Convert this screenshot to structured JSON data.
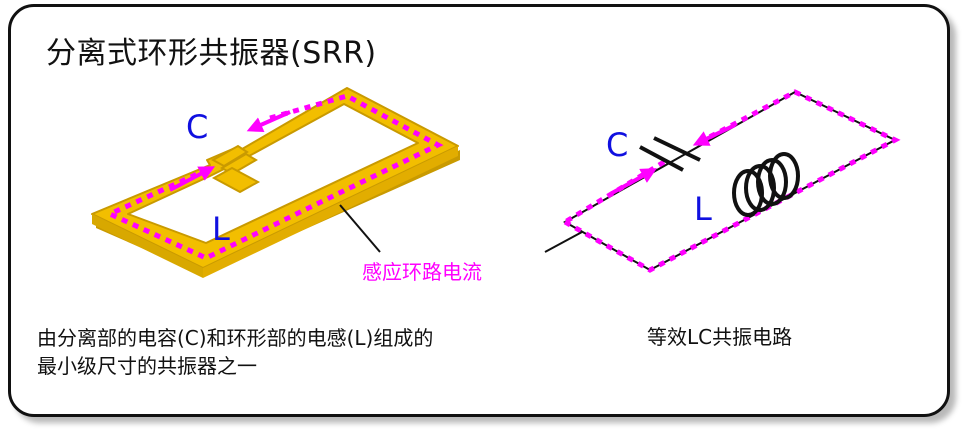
{
  "title": "分离式环形共振器(SRR)",
  "srr": {
    "label_c": "C",
    "label_l": "L",
    "induced_current_label": "感应环路电流",
    "caption_line1": "由分离部的电容(C)和环形部的电感(L)组成的",
    "caption_line2": "最小级尺寸的共振器之一"
  },
  "lc": {
    "label_c": "C",
    "label_l": "L",
    "caption": "等效LC共振电路"
  },
  "colors": {
    "ring_gold": "#f2be00",
    "ring_edge": "#c99a00",
    "current_magenta": "#ff00ff",
    "label_blue": "#1010e0"
  }
}
